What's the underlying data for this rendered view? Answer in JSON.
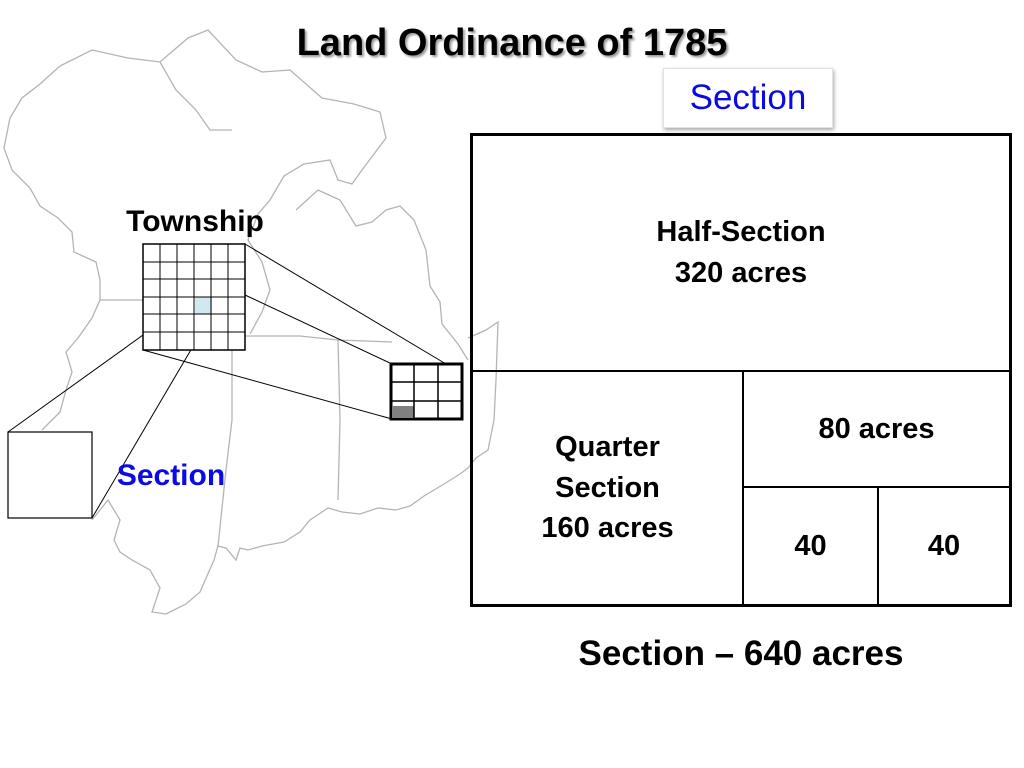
{
  "title": "Land Ordinance of 1785",
  "section_tag": "Section",
  "map": {
    "township_label": "Township",
    "section_label": "Section"
  },
  "section_diagram": {
    "half_section": {
      "name": "Half-Section",
      "acres": "320 acres"
    },
    "quarter_section": {
      "line1": "Quarter",
      "line2": "Section",
      "acres": "160 acres"
    },
    "eighty": "80 acres",
    "forty_left": "40",
    "forty_right": "40"
  },
  "caption": "Section – 640 acres",
  "colors": {
    "label_blue": "#0a0ae6",
    "highlight_section": "#cfe9ee",
    "shaded_cell": "#808080",
    "map_outline": "#b4b4b4"
  }
}
